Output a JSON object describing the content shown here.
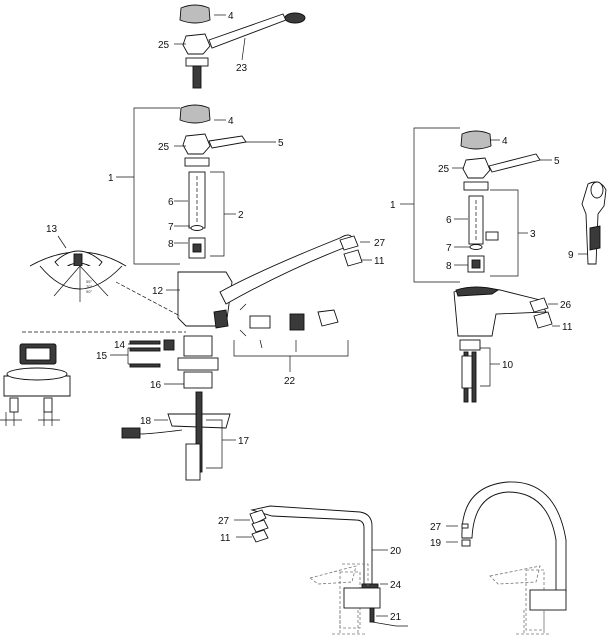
{
  "labels": [
    {
      "id": "p4a",
      "text": "4"
    },
    {
      "id": "p25a",
      "text": "25"
    },
    {
      "id": "p23",
      "text": "23"
    },
    {
      "id": "p4b",
      "text": "4"
    },
    {
      "id": "p25b",
      "text": "25"
    },
    {
      "id": "p5a",
      "text": "5"
    },
    {
      "id": "p1a",
      "text": "1"
    },
    {
      "id": "p6a",
      "text": "6"
    },
    {
      "id": "p2",
      "text": "2"
    },
    {
      "id": "p7a",
      "text": "7"
    },
    {
      "id": "p8a",
      "text": "8"
    },
    {
      "id": "p13",
      "text": "13"
    },
    {
      "id": "p27a",
      "text": "27"
    },
    {
      "id": "p11a",
      "text": "11"
    },
    {
      "id": "p12",
      "text": "12"
    },
    {
      "id": "p14",
      "text": "14"
    },
    {
      "id": "p15",
      "text": "15"
    },
    {
      "id": "p22",
      "text": "22"
    },
    {
      "id": "p16",
      "text": "16"
    },
    {
      "id": "p18",
      "text": "18"
    },
    {
      "id": "p17",
      "text": "17"
    },
    {
      "id": "p4c",
      "text": "4"
    },
    {
      "id": "p25c",
      "text": "25"
    },
    {
      "id": "p5b",
      "text": "5"
    },
    {
      "id": "p1b",
      "text": "1"
    },
    {
      "id": "p6b",
      "text": "6"
    },
    {
      "id": "p3",
      "text": "3"
    },
    {
      "id": "p7b",
      "text": "7"
    },
    {
      "id": "p8b",
      "text": "8"
    },
    {
      "id": "p9",
      "text": "9"
    },
    {
      "id": "p26",
      "text": "26"
    },
    {
      "id": "p11b",
      "text": "11"
    },
    {
      "id": "p10",
      "text": "10"
    },
    {
      "id": "p27b",
      "text": "27"
    },
    {
      "id": "p11c",
      "text": "11"
    },
    {
      "id": "p20",
      "text": "20"
    },
    {
      "id": "p24",
      "text": "24"
    },
    {
      "id": "p21",
      "text": "21"
    },
    {
      "id": "p27c",
      "text": "27"
    },
    {
      "id": "p19",
      "text": "19"
    }
  ],
  "angle_marks": [
    "55°",
    "70°",
    "90°"
  ]
}
